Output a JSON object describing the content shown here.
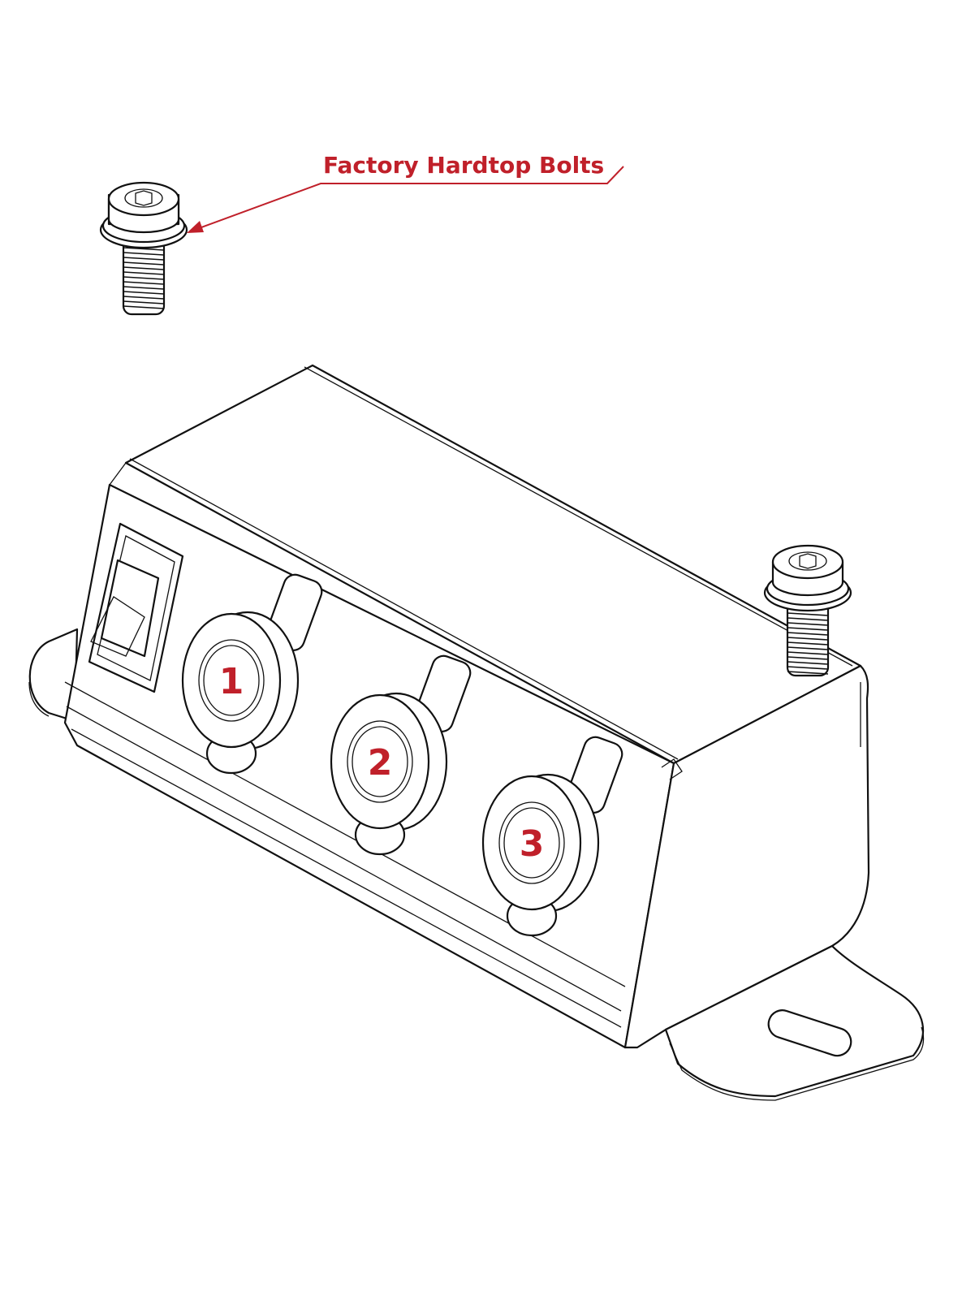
{
  "callout": {
    "label": "Factory Hardtop Bolts",
    "color": "#c0202a"
  },
  "sockets": [
    {
      "number": "1"
    },
    {
      "number": "2"
    },
    {
      "number": "3"
    }
  ]
}
